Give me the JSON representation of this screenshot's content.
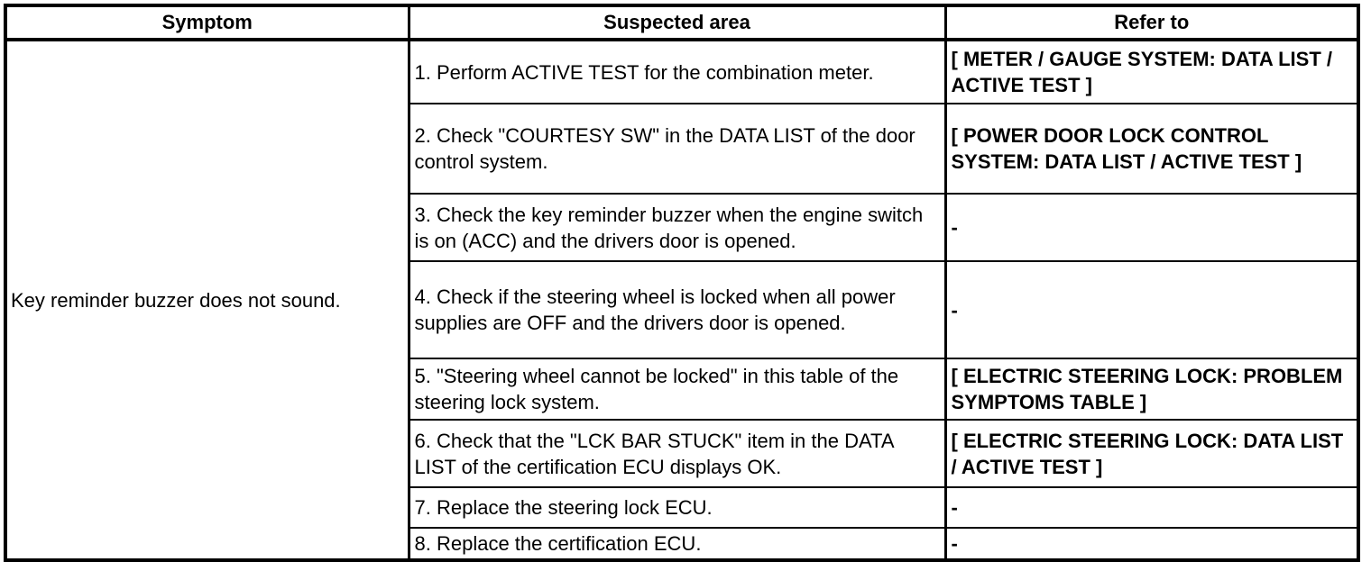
{
  "table": {
    "headers": [
      "Symptom",
      "Suspected area",
      "Refer to"
    ],
    "symptom": "Key reminder buzzer does not sound.",
    "rows": [
      {
        "suspected_area": "1. Perform ACTIVE TEST for the combination meter.",
        "refer_to": "[ METER / GAUGE SYSTEM: DATA LIST / ACTIVE TEST ]"
      },
      {
        "suspected_area": "2. Check \"COURTESY SW\" in the DATA LIST of the door control system.",
        "refer_to": "[ POWER DOOR LOCK CONTROL SYSTEM: DATA LIST / ACTIVE TEST ]"
      },
      {
        "suspected_area": "3. Check the key reminder buzzer when the engine switch is on (ACC) and the drivers door is opened.",
        "refer_to": "-"
      },
      {
        "suspected_area": "4. Check if the steering wheel is locked when all power supplies are OFF and the drivers door is opened.",
        "refer_to": "-"
      },
      {
        "suspected_area": "5. \"Steering wheel cannot be locked\" in this table of the steering lock system.",
        "refer_to": "[ ELECTRIC STEERING LOCK: PROBLEM SYMPTOMS TABLE ]"
      },
      {
        "suspected_area": "6. Check that the \"LCK BAR STUCK\" item in the DATA LIST of the certification ECU displays OK.",
        "refer_to": "[ ELECTRIC STEERING LOCK: DATA LIST / ACTIVE TEST ]"
      },
      {
        "suspected_area": "7. Replace the steering lock ECU.",
        "refer_to": "-"
      },
      {
        "suspected_area": "8. Replace the certification ECU.",
        "refer_to": "-"
      }
    ],
    "colors": {
      "border": "#000000",
      "background": "#ffffff",
      "text": "#000000"
    }
  }
}
